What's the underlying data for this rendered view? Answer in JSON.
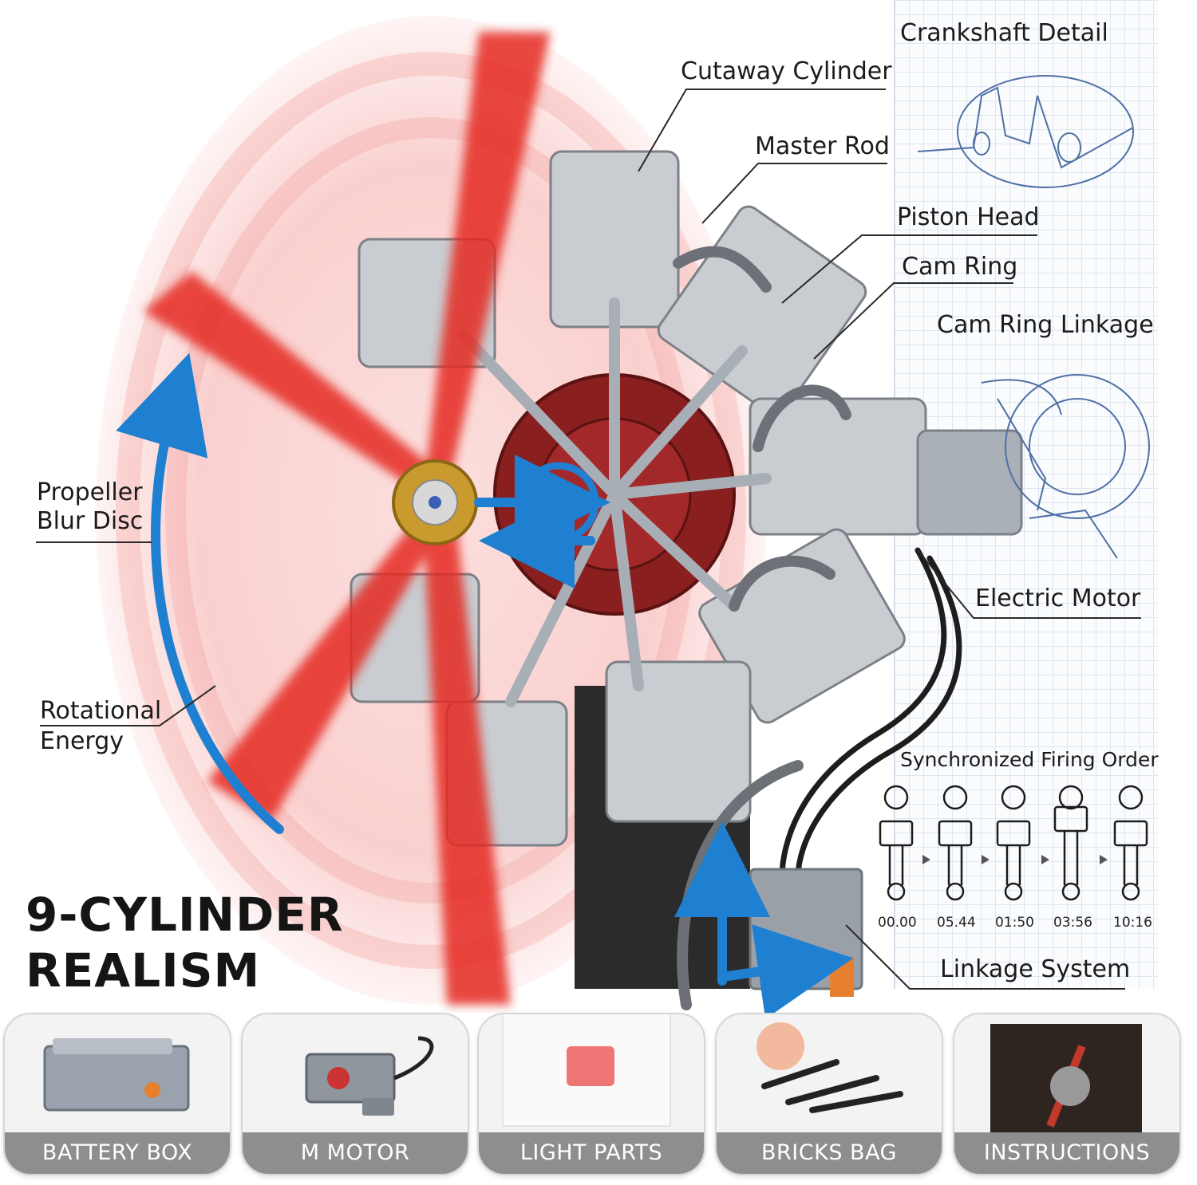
{
  "callouts": {
    "cutaway_cylinder": "Cutaway Cylinder",
    "master_rod": "Master Rod",
    "piston_head": "Piston Head",
    "cam_ring": "Cam Ring",
    "cam_ring_linkage": "Cam Ring Linkage",
    "crankshaft_detail": "Crankshaft Detail",
    "electric_motor": "Electric Motor",
    "linkage_system": "Linkage System",
    "propeller_line1": "Propeller",
    "propeller_line2": "Blur Disc",
    "rotational_line1": "Rotational",
    "rotational_line2": "Energy"
  },
  "firing_order": {
    "title": "Synchronized Firing Order",
    "times": [
      "00.00",
      "05.44",
      "01:50",
      "03:56",
      "10:16"
    ]
  },
  "headline": {
    "line1": "9-CYLINDER",
    "line2": "REALISM"
  },
  "tiles": [
    {
      "label": "BATTERY BOX"
    },
    {
      "label": "M MOTOR"
    },
    {
      "label": "LIGHT PARTS"
    },
    {
      "label": "BRICKS BAG"
    },
    {
      "label": "INSTRUCTIONS"
    }
  ],
  "colors": {
    "propeller_red": "#e52a23",
    "arrow_blue": "#1f7fd1",
    "tile_caption_gray": "#787878"
  }
}
